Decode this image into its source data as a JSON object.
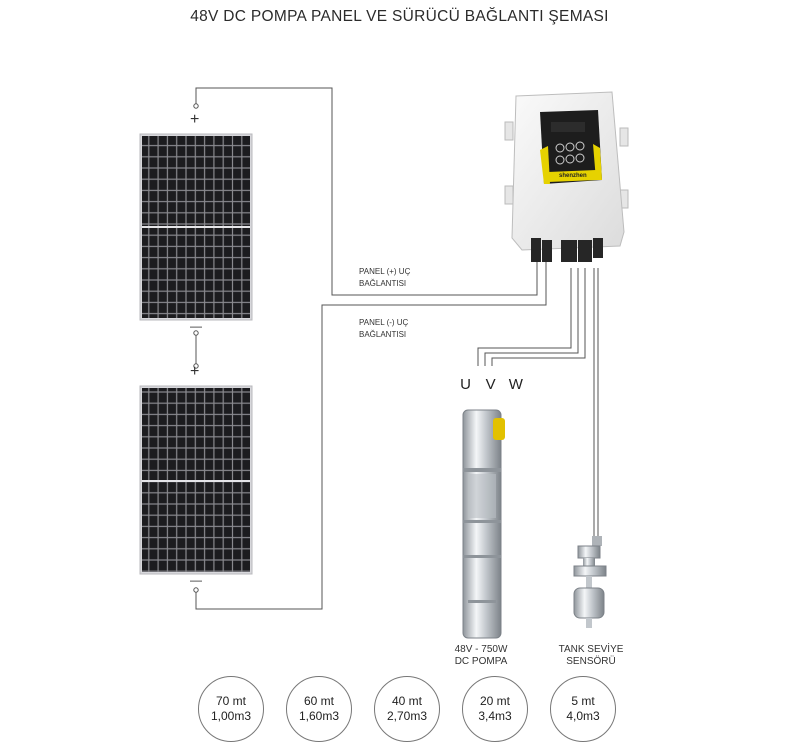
{
  "title": "48V DC POMPA PANEL VE SÜRÜCÜ BAĞLANTI ŞEMASI",
  "panel_positive_label": [
    "PANEL (+) UÇ",
    "BAĞLANTISI"
  ],
  "panel_negative_label": [
    "PANEL (-) UÇ",
    "BAĞLANTISI"
  ],
  "plus_sign": "+",
  "minus_sign": "—",
  "uvw": [
    "U",
    "V",
    "W"
  ],
  "pump_caption": [
    "48V - 750W",
    "DC POMPA"
  ],
  "sensor_caption": [
    "TANK SEVİYE",
    "SENSÖRÜ"
  ],
  "controller_brand": "shenzhen",
  "performance": [
    {
      "depth": "70 mt",
      "flow": "1,00m3"
    },
    {
      "depth": "60 mt",
      "flow": "1,60m3"
    },
    {
      "depth": "40 mt",
      "flow": "2,70m3"
    },
    {
      "depth": "20 mt",
      "flow": "3,4m3"
    },
    {
      "depth": "5 mt",
      "flow": "4,0m3"
    }
  ],
  "colors": {
    "panel_cell": "#1c1c1f",
    "panel_grid": "#8a8a8f",
    "wire": "#555555",
    "controller_body": "#f2f2f2",
    "controller_accent": "#e6d200",
    "steel": "#c9cdd1"
  }
}
